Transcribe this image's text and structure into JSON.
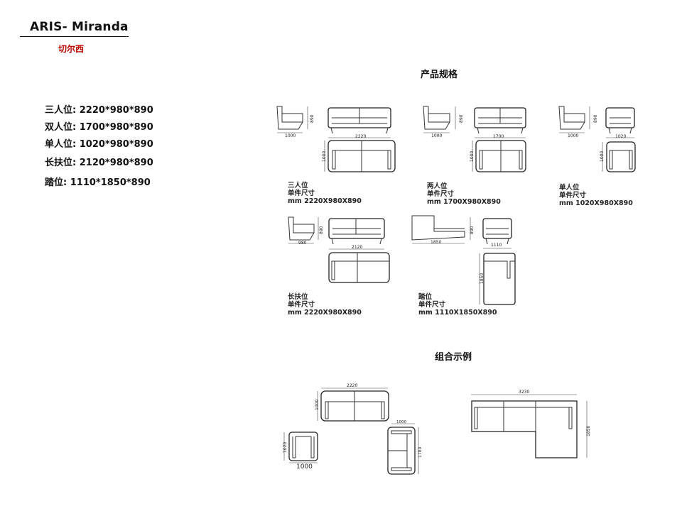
{
  "header": {
    "title": "ARIS- Miranda",
    "subtitle": "切尔西"
  },
  "specs": [
    "三人位: 2220*980*890",
    "双人位: 1700*980*890",
    "单人位: 1020*980*890",
    "长扶位: 2120*980*890",
    "踏位: 1110*1850*890"
  ],
  "sections": {
    "product_specs": "产品规格",
    "combination": "组合示例"
  },
  "products": {
    "three_seat": {
      "name": "三人位",
      "unit": "单件尺寸",
      "size": "mm 2220X980X890",
      "depth": "1000",
      "height": "890",
      "width": "2220",
      "plan_depth": "1000"
    },
    "two_seat": {
      "name": "两人位",
      "unit": "单件尺寸",
      "size": "mm 1700X980X890",
      "depth": "1000",
      "height": "890",
      "width": "1700",
      "plan_depth": "1000"
    },
    "single_seat": {
      "name": "单人位",
      "unit": "单件尺寸",
      "size": "mm 1020X980X890",
      "depth": "1000",
      "height": "890",
      "width": "1020",
      "plan_depth": "1000"
    },
    "long_arm": {
      "name": "长扶位",
      "unit": "单件尺寸",
      "size": "mm 2220X980X890",
      "depth": "980",
      "height": "890",
      "width": "2120"
    },
    "chaise": {
      "name": "踏位",
      "unit": "单件尺寸",
      "size": "mm 1110X1850X890",
      "depth": "1850",
      "height": "890",
      "width": "1110",
      "plan_depth": "1850"
    }
  },
  "combo_left": {
    "sofa_width": "2220",
    "sofa_depth": "1000",
    "chair_width": "1000",
    "chair_depth": "1020",
    "loveseat_width": "1000",
    "loveseat_length": "1700"
  },
  "combo_right": {
    "width": "3230",
    "depth": "1850"
  }
}
